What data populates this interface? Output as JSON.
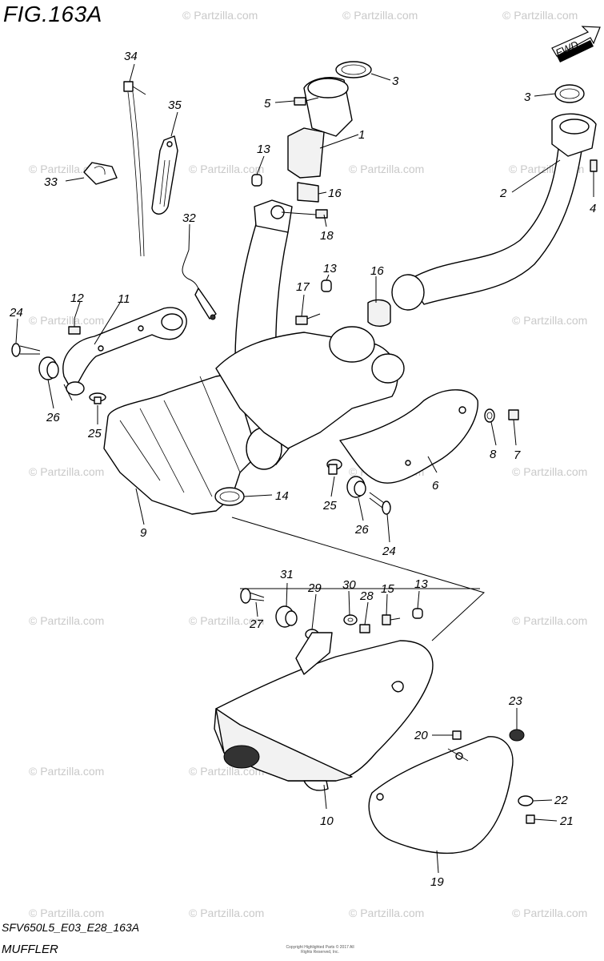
{
  "figure": {
    "title": "FIG.163A",
    "code": "SFV650L5_E03_E28_163A",
    "caption": "MUFFLER",
    "fwd_label": "FWD",
    "watermark": "© Partzilla.com",
    "copyright": "Copyright Highlighted Parts © 2017 All Rights Reserved, Inc."
  },
  "callouts": [
    "1",
    "2",
    "3",
    "3",
    "4",
    "5",
    "6",
    "7",
    "8",
    "9",
    "10",
    "11",
    "12",
    "13",
    "13",
    "13",
    "14",
    "15",
    "16",
    "16",
    "17",
    "18",
    "19",
    "20",
    "21",
    "22",
    "23",
    "24",
    "24",
    "25",
    "25",
    "26",
    "26",
    "27",
    "28",
    "29",
    "30",
    "31",
    "32",
    "33",
    "34",
    "35"
  ]
}
